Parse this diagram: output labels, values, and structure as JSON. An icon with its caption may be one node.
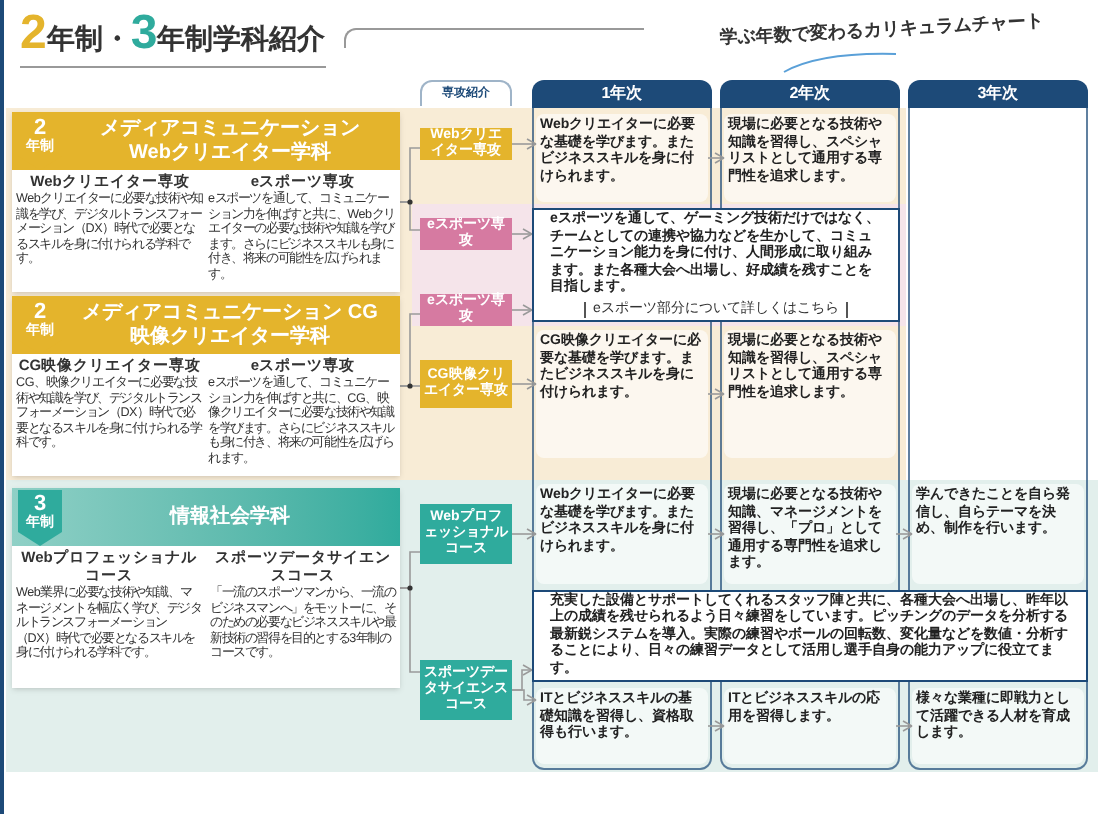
{
  "diagram": {
    "title": "2年制・3年制学科紹介",
    "nodes": [
      {
        "text": [
          "専攻紹介"
        ]
      },
      {
        "text": [
          "1年次"
        ]
      },
      {
        "text": [
          "2年次"
        ]
      },
      {
        "text": [
          "3年次"
        ]
      },
      {
        "text": [
          "メディアコミュニケーション Webクリエイター学科"
        ]
      },
      {
        "text": [
          "2",
          "年制"
        ],
        "in": 4
      },
      {
        "text": [
          "Webクリエイター専攻",
          "Webクリエイターに必要な技術や知識を学び、デジタルトランスフォーメーション（DX）時代で必要となるスキルを身に付けられる学科です。"
        ],
        "in": 4
      },
      {
        "text": [
          "eスポーツ専攻",
          "eスポーツを通して、コミュニケーション力を伸ばすと共に、Webクリエイターの必要な技術や知識を学びます。さらにビジネススキルも身に付き、将来の可能性を広げられます。"
        ],
        "in": 4
      },
      {
        "text": [
          "Webクリエイター専攻"
        ]
      },
      {
        "text": [
          "eスポーツ専攻"
        ]
      },
      {
        "text": [
          "Webクリエイターに必要な基礎を学びます。またビジネススキルを身に付けられます。"
        ]
      },
      {
        "text": [
          "現場に必要となる技術や知識を習得し、スペシャリストとして通用する専門性を追求します。"
        ]
      },
      {
        "text": [
          "eスポーツを通して、ゲーミング技術だけではなく、チームとしての連携や協力などを生かして、コミュニケーション能力を身に付け、人間形成に取り組みます。また各種大会へ出場し、好成績を残すことを目指します。",
          "eスポーツ部分について詳しくはこちら"
        ]
      },
      {
        "text": [
          "メディアコミュニケーション CG映像クリエイター学科"
        ]
      },
      {
        "text": [
          "2",
          "年制"
        ],
        "in": 13
      },
      {
        "text": [
          "CG映像クリエイター専攻",
          "CG、映像クリエイターに必要な技術や知識を学び、デジタルトランスフォーメーション（DX）時代で必要となるスキルを身に付けられる学科です。"
        ],
        "in": 13
      },
      {
        "text": [
          "eスポーツ専攻",
          "eスポーツを通して、コミュニケーション力を伸ばすと共に、CG、映像クリエイターに必要な技術や知識を学びます。さらにビジネススキルも身に付き、将来の可能性を広げられます。"
        ],
        "in": 13
      },
      {
        "text": [
          "eスポーツ専攻"
        ]
      },
      {
        "text": [
          "CG映像クリエイター専攻"
        ]
      },
      {
        "text": [
          "CG映像クリエイターに必要な基礎を学びます。またビジネススキルを身に付けられます。"
        ]
      },
      {
        "text": [
          "現場に必要となる技術や知識を習得し、スペシャリストとして通用する専門性を追求します。"
        ]
      },
      {
        "text": [
          "情報社会学科"
        ]
      },
      {
        "text": [
          "3",
          "年制"
        ],
        "in": 21
      },
      {
        "text": [
          "Webプロフェッショナルコース",
          "Web業界に必要な技術や知識、マネージメントを幅広く学び、デジタルトランスフォーメーション（DX）時代で必要となるスキルを身に付けられる学科です。"
        ],
        "in": 21
      },
      {
        "text": [
          "スポーツデータサイエンスコース",
          "「一流のスポーツマンから、一流のビジネスマンへ」をモットーに、そのための必要なビジネススキルや最新技術の習得を目的とする3年制のコースです。"
        ],
        "in": 21
      },
      {
        "text": [
          "Webプロフェッショナルコース"
        ]
      },
      {
        "text": [
          "スポーツデータサイエンスコース"
        ]
      },
      {
        "text": [
          "Webクリエイターに必要な基礎を学びます。またビジネススキルを身に付けられます。"
        ]
      },
      {
        "text": [
          "現場に必要となる技術や知識、マネージメントを習得し、「プロ」として通用する専門性を追求します。"
        ]
      },
      {
        "text": [
          "学んできたことを自ら発信し、自らテーマを決め、制作を行います。"
        ]
      },
      {
        "text": [
          "充実した設備とサポートしてくれるスタッフ陣と共に、各種大会へ出場し、昨年以上の成績を残せられるよう日々練習をしています。ピッチングのデータを分析する最新鋭システムを導入。実際の練習やボールの回転数、変化量などを数値・分析することにより、日々の練習データとして活用し選手自身の能力アップに役立てます。"
        ]
      },
      {
        "text": [
          "ITとビジネススキルの基礎知識を習得し、資格取得も行います。"
        ]
      },
      {
        "text": [
          "ITとビジネススキルの応用を習得します。"
        ]
      },
      {
        "text": [
          "様々な業種に即戦力として活躍できる人材を育成します。"
        ]
      }
    ],
    "edges": [
      {
        "from": 4,
        "to": 8,
        "arrow": "none"
      },
      {
        "from": 4,
        "to": 9,
        "arrow": "none"
      },
      {
        "from": 8,
        "to": 10,
        "arrow": "to"
      },
      {
        "from": 9,
        "to": 12,
        "arrow": "to"
      },
      {
        "from": 10,
        "to": 11,
        "arrow": "to"
      },
      {
        "from": 13,
        "to": 17,
        "arrow": "none"
      },
      {
        "from": 13,
        "to": 18,
        "arrow": "none"
      },
      {
        "from": 17,
        "to": 12,
        "arrow": "to"
      },
      {
        "from": 18,
        "to": 19,
        "arrow": "to"
      },
      {
        "from": 19,
        "to": 20,
        "arrow": "to"
      },
      {
        "from": 21,
        "to": 25,
        "arrow": "none"
      },
      {
        "from": 21,
        "to": 26,
        "arrow": "none"
      },
      {
        "from": 25,
        "to": 27,
        "arrow": "to"
      },
      {
        "from": 27,
        "to": 28,
        "arrow": "to"
      },
      {
        "from": 28,
        "to": 29,
        "arrow": "to"
      },
      {
        "from": 26,
        "to": 30,
        "arrow": "to"
      },
      {
        "from": 26,
        "to": 31,
        "arrow": "to"
      },
      {
        "from": 31,
        "to": 32,
        "arrow": "to"
      },
      {
        "from": 32,
        "to": 33,
        "arrow": "to"
      }
    ],
    "labels": [
      "学ぶ年数で変わるカリキュラムチャート"
    ]
  }
}
